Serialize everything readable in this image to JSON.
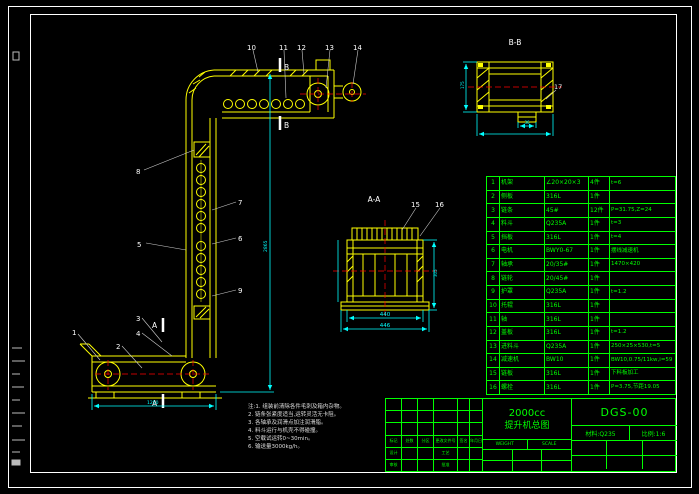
{
  "drawing": {
    "sections": {
      "a": "A",
      "b": "B",
      "aa_label": "A-A",
      "bb_label": "B-B"
    },
    "balloons": [
      "1",
      "2",
      "3",
      "4",
      "5",
      "6",
      "7",
      "8",
      "9",
      "10",
      "11",
      "12",
      "13",
      "14",
      "15",
      "16",
      "17"
    ],
    "dims": {
      "overall_height": "2865",
      "boot_length": "1250",
      "aa_inner_width": "440",
      "aa_outer_width": "446",
      "aa_height": "305",
      "bb_height": "175",
      "bb_bracket": "36"
    }
  },
  "notes": {
    "lines": [
      {
        "t": "注:1. 组装前清除各件毛刺及箱内杂物。"
      },
      {
        "t": "2. 链条张紧度适当,运转灵活无卡阻。"
      },
      {
        "t": "3. 各轴承及润滑点加注润滑脂。"
      },
      {
        "t": "4. 料斗运行与机壳不得碰撞。"
      },
      {
        "t": "5. 空载试运转0~30min。"
      },
      {
        "t": "6. 输送量3000kg/h。"
      }
    ]
  },
  "parts_table": {
    "rows": [
      {
        "no": "1",
        "name": "机架",
        "spec": "∠20×20×3",
        "qty": "4件",
        "remark": "t=6"
      },
      {
        "no": "2",
        "name": "侧板",
        "spec": "316L",
        "qty": "1件",
        "remark": ""
      },
      {
        "no": "3",
        "name": "链条",
        "spec": "45#",
        "qty": "12件",
        "remark": "P=31.75,Z=24"
      },
      {
        "no": "4",
        "name": "料斗",
        "spec": "Q235A",
        "qty": "1件",
        "remark": "t=3"
      },
      {
        "no": "5",
        "name": "挡板",
        "spec": "316L",
        "qty": "1件",
        "remark": "t=4"
      },
      {
        "no": "6",
        "name": "电机",
        "spec": "BWY0-67",
        "qty": "1件",
        "remark": "摆线减速机"
      },
      {
        "no": "7",
        "name": "轴承",
        "spec": "20/35#",
        "qty": "1件",
        "remark": "1470×420"
      },
      {
        "no": "8",
        "name": "链轮",
        "spec": "20/45#",
        "qty": "1件",
        "remark": ""
      },
      {
        "no": "9",
        "name": "护罩",
        "spec": "Q235A",
        "qty": "1件",
        "remark": "t=1.2"
      },
      {
        "no": "10",
        "name": "托辊",
        "spec": "316L",
        "qty": "1件",
        "remark": ""
      },
      {
        "no": "11",
        "name": "轴",
        "spec": "316L",
        "qty": "1件",
        "remark": ""
      },
      {
        "no": "12",
        "name": "盖板",
        "spec": "316L",
        "qty": "1件",
        "remark": "t=1.2"
      },
      {
        "no": "13",
        "name": "进料斗",
        "spec": "Q235A",
        "qty": "1件",
        "remark": "250×25×530,t=5"
      },
      {
        "no": "14",
        "name": "减速机",
        "spec": "BW10",
        "qty": "1件",
        "remark": "BW10,0.75/11kw,i=59"
      },
      {
        "no": "15",
        "name": "链板",
        "spec": "316L",
        "qty": "1件",
        "remark": "下料板加工"
      },
      {
        "no": "16",
        "name": "螺栓",
        "spec": "316L",
        "qty": "1件",
        "remark": "P=3.75,节距19.05"
      }
    ]
  },
  "title_block": {
    "model": "2000cc",
    "title": "提升机总图",
    "code": "DGS-00",
    "material": "材料:Q235",
    "scale": "比例:1:6",
    "weight_label": "WEIGHT",
    "scale_label": "SCALE",
    "head_labels": [
      "标记",
      "处数",
      "分区",
      "更改文件号",
      "签名",
      "年月日"
    ],
    "sign_labels": [
      "设计",
      "工艺",
      "审核",
      "批准"
    ]
  }
}
